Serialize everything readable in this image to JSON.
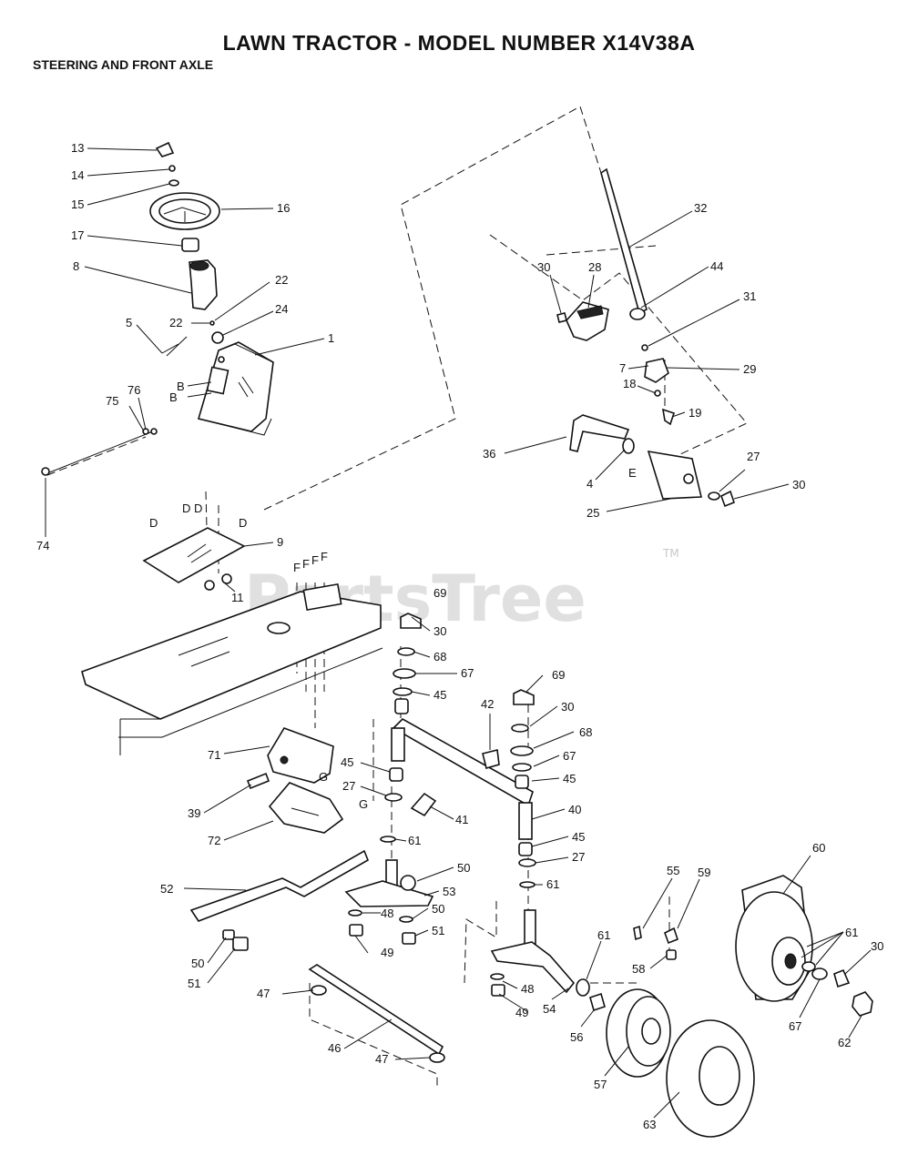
{
  "title": "LAWN TRACTOR - MODEL NUMBER X14V38A",
  "subtitle": "STEERING AND FRONT AXLE",
  "watermark": "PartsTree",
  "trademark": "TM",
  "callouts": {
    "c1": "1",
    "c4": "4",
    "c5": "5",
    "c7": "7",
    "c8": "8",
    "c9": "9",
    "c11": "11",
    "c13": "13",
    "c14": "14",
    "c15": "15",
    "c16": "16",
    "c17": "17",
    "c18": "18",
    "c19": "19",
    "c22a": "22",
    "c22b": "22",
    "c24": "24",
    "c25": "25",
    "c27a": "27",
    "c27b": "27",
    "c27c": "27",
    "c28": "28",
    "c29": "29",
    "c30a": "30",
    "c30b": "30",
    "c30c": "30",
    "c30d": "30",
    "c30e": "30",
    "c31": "31",
    "c32": "32",
    "c36": "36",
    "c39": "39",
    "c40": "40",
    "c41": "41",
    "c42": "42",
    "c44": "44",
    "c45a": "45",
    "c45b": "45",
    "c45c": "45",
    "c45d": "45",
    "c46": "46",
    "c47a": "47",
    "c47b": "47",
    "c48a": "48",
    "c48b": "48",
    "c49a": "49",
    "c49b": "49",
    "c50a": "50",
    "c50b": "50",
    "c50c": "50",
    "c51a": "51",
    "c51b": "51",
    "c52": "52",
    "c53": "53",
    "c54": "54",
    "c55": "55",
    "c56": "56",
    "c57": "57",
    "c58": "58",
    "c59": "59",
    "c60": "60",
    "c61a": "61",
    "c61b": "61",
    "c61c": "61",
    "c61d": "61",
    "c62": "62",
    "c63": "63",
    "c67a": "67",
    "c67b": "67",
    "c67c": "67",
    "c68a": "68",
    "c68b": "68",
    "c69a": "69",
    "c69b": "69",
    "c71": "71",
    "c72": "72",
    "c74": "74",
    "c75": "75",
    "c76": "76"
  },
  "ref_letters": {
    "b1": "B",
    "b2": "B",
    "d1": "D",
    "d2": "D",
    "d3": "D",
    "d4": "D",
    "e1": "E",
    "f1": "F",
    "f2": "F",
    "f3": "F",
    "f4": "F",
    "g1": "G",
    "g2": "G"
  }
}
